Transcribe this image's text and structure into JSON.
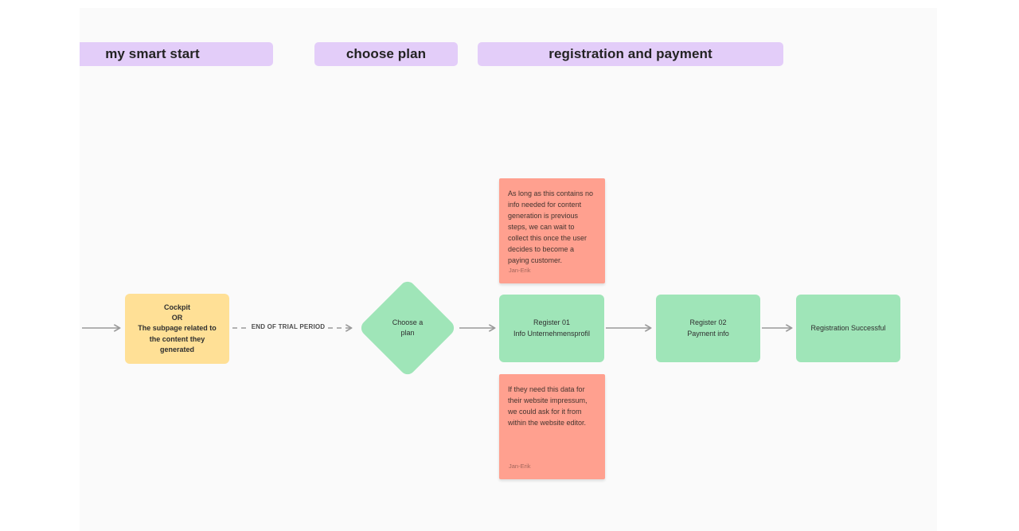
{
  "colors": {
    "canvas_bg": "#fafafa",
    "outer_bg": "#ffffff",
    "section_fill": "#e3cdf9",
    "shape_yellow": "#ffe096",
    "shape_green": "#9fe5b8",
    "sticky_salmon": "#ffa08f",
    "connector_gray": "#9a9a9a"
  },
  "sections": [
    {
      "label": "my smart start"
    },
    {
      "label": "choose plan"
    },
    {
      "label": "registration and payment"
    }
  ],
  "nodes": {
    "cockpit": {
      "lines": [
        "Cockpit",
        "OR",
        "The subpage related to the content they generated"
      ]
    },
    "decision": {
      "label": "Choose a plan"
    },
    "register_01": {
      "lines": [
        "Register 01",
        "Info Unternehmensprofil"
      ]
    },
    "register_02": {
      "lines": [
        "Register 02",
        "Payment info"
      ]
    },
    "success": {
      "label": "Registration Successful"
    }
  },
  "connectors": {
    "trial_period_label": "END OF TRIAL PERIOD"
  },
  "stickies": {
    "wait_to_collect": {
      "text": "As long as this contains no info needed for content generation is previous steps, we can wait to collect this once the user decides to become a paying customer.",
      "author": "Jan-Erik"
    },
    "impressum": {
      "text": "If they need this data for their website impressum, we could ask for it from within the website editor.",
      "author": "Jan-Erik"
    }
  }
}
